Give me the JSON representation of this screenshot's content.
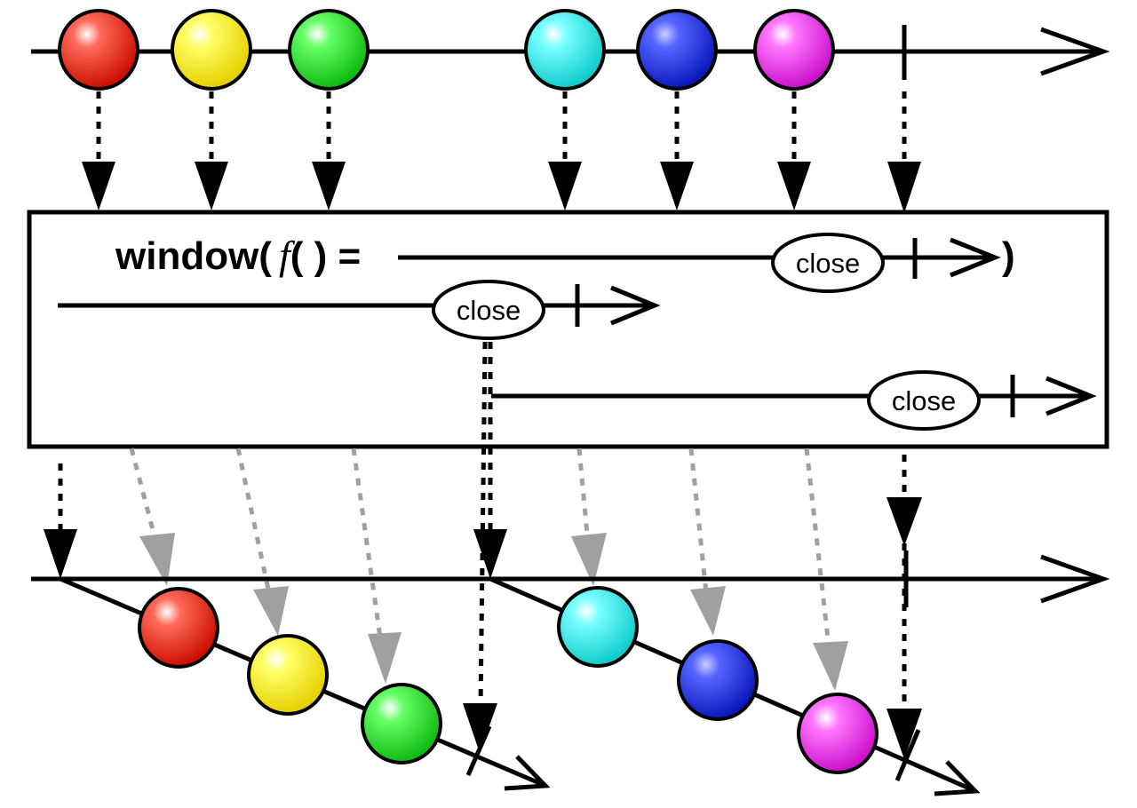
{
  "operator": {
    "title_prefix": "window(",
    "title_func": "f",
    "title_suffix": "( ) =",
    "closing_paren": ")"
  },
  "close_label": "close",
  "marbles": {
    "colors": {
      "red": "#ff2a1a",
      "yellow": "#ffee00",
      "green": "#22ee22",
      "cyan": "#22eeee",
      "blue": "#2233ee",
      "magenta": "#ee33ee"
    },
    "source_sequence": [
      "red",
      "yellow",
      "green",
      "cyan",
      "blue",
      "magenta"
    ],
    "window_1": [
      "red",
      "yellow",
      "green"
    ],
    "window_2": [
      "cyan",
      "blue",
      "magenta"
    ]
  },
  "arrow_colors": {
    "primary": "#000000",
    "ghost": "#a0a0a0"
  }
}
